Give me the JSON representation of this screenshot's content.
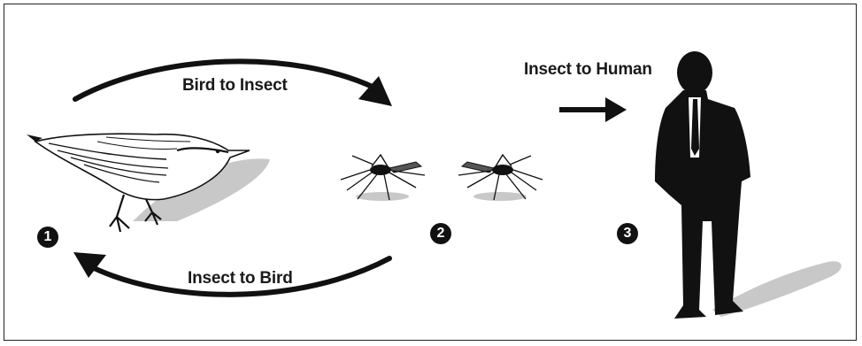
{
  "labels": {
    "bird_to_insect": "Bird to Insect",
    "insect_to_bird": "Insect to Bird",
    "insect_to_human": "Insect to Human"
  },
  "steps": [
    "1",
    "2",
    "3"
  ],
  "colors": {
    "ink": "#111111",
    "shadow": "#c8c8c8",
    "frame": "#222222"
  },
  "icons": {
    "bird": "nuthatch-bird-icon",
    "insect_left": "mosquito-icon",
    "insect_right": "mosquito-icon",
    "human": "man-in-suit-silhouette-icon"
  }
}
